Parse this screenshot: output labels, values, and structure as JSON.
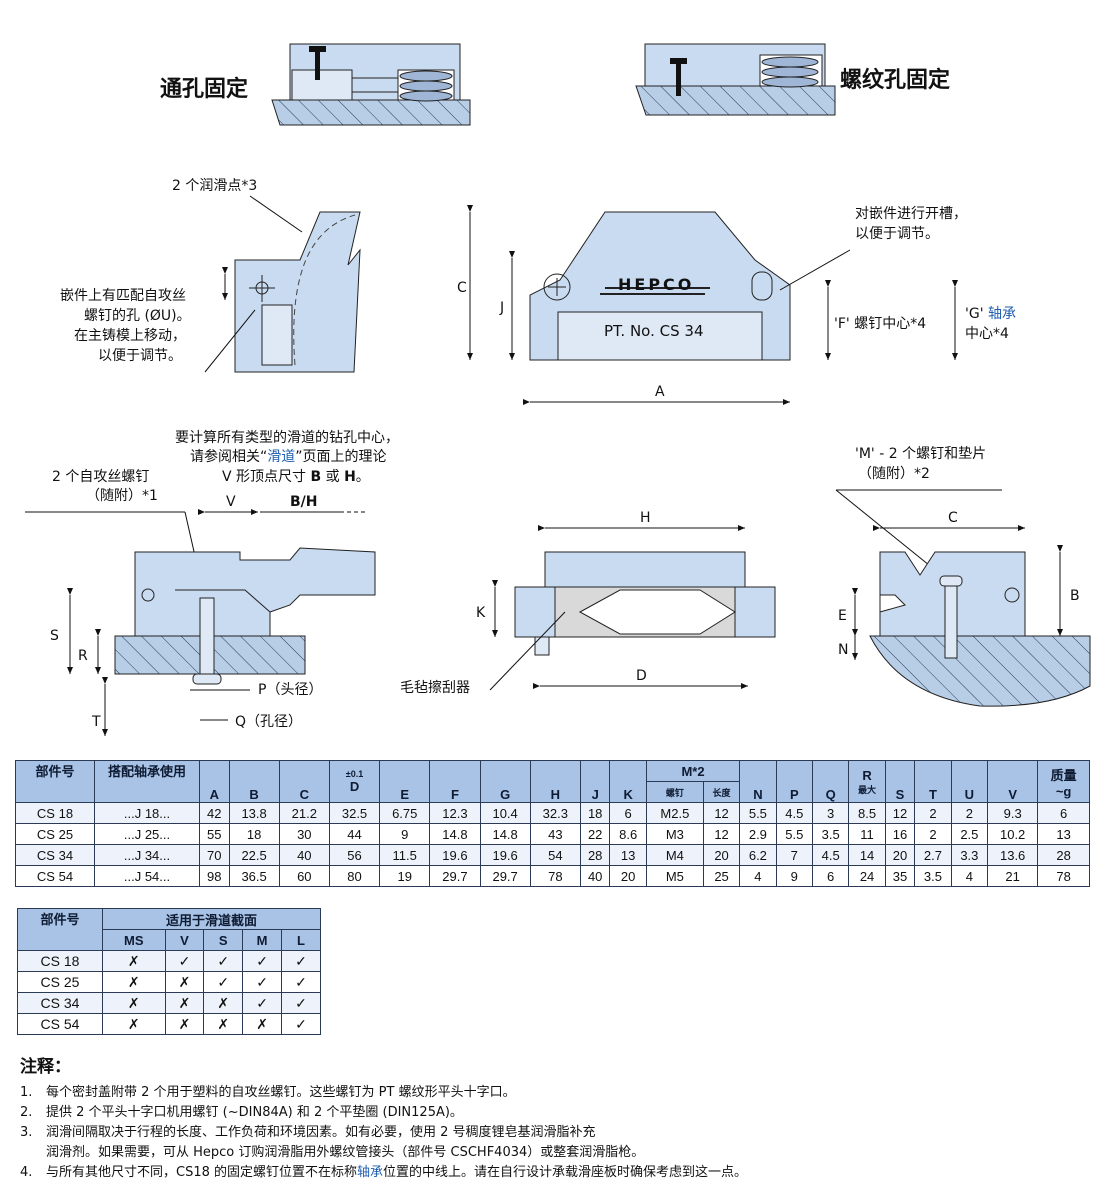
{
  "top": {
    "through_hole_label": "通孔固定",
    "threaded_hole_label": "螺纹孔固定"
  },
  "side_view": {
    "lube_points": "2 个润滑点*3",
    "insert_note": [
      "嵌件上有匹配自攻丝",
      "螺钉的孔 (ØU)。",
      "在主铸模上移动，",
      "以便于调节。"
    ]
  },
  "front_view": {
    "logo": "HEPCO",
    "part_no": "PT. No. CS 34",
    "slot_note": [
      "对嵌件进行开槽，",
      "以便于调节。"
    ],
    "f_label": "'F' 螺钉中心*4",
    "g_label_pre": "'G' ",
    "g_label_hl": "轴承",
    "g_label_post": "中心*4",
    "dim_c": "C",
    "dim_j": "J",
    "dim_a": "A"
  },
  "section_view": {
    "calc_note": [
      "要计算所有类型的滑道的钻孔中心，",
      "页面上的理论",
      "V 形顶点尺寸 ",
      "B",
      " 或 ",
      "H",
      "。"
    ],
    "calc_note_l2_pre": "请参阅相关“",
    "calc_note_l2_hl": "滑道",
    "calc_note_l2_post": "”页面上的理论",
    "screws_note": [
      "2 个自攻丝螺钉",
      "（随附）*1"
    ],
    "dim_v": "V",
    "dim_bh": "B/H",
    "dim_s": "S",
    "dim_r": "R",
    "dim_t": "T",
    "p_label": "P（头径）",
    "q_label": "Q（孔径）"
  },
  "wiper_view": {
    "dim_h": "H",
    "dim_k": "K",
    "dim_d": "D",
    "felt_label": "毛毡擦刮器"
  },
  "m_view": {
    "m_note": [
      "'M' - 2 个螺钉和垫片",
      "（随附）*2"
    ],
    "dim_c": "C",
    "dim_b": "B",
    "dim_e": "E",
    "dim_n": "N"
  },
  "spec_table": {
    "h_part": "部件号",
    "h_bearing": "搭配轴承使用",
    "h_d_tol": "±0.1",
    "h_m": "M*2",
    "h_m_screw": "螺钉",
    "h_m_len": "长度",
    "h_r_max": "最大",
    "h_mass": "质量",
    "h_mass_unit": "~g",
    "letters": [
      "A",
      "B",
      "C",
      "D",
      "E",
      "F",
      "G",
      "H",
      "J",
      "K",
      "N",
      "P",
      "Q",
      "R",
      "S",
      "T",
      "U",
      "V"
    ],
    "rows": [
      [
        "CS 18",
        "...J 18...",
        "42",
        "13.8",
        "21.2",
        "32.5",
        "6.75",
        "12.3",
        "10.4",
        "32.3",
        "18",
        "6",
        "M2.5",
        "12",
        "5.5",
        "4.5",
        "3",
        "8.5",
        "12",
        "2",
        "2",
        "9.3",
        "6"
      ],
      [
        "CS 25",
        "...J 25...",
        "55",
        "18",
        "30",
        "44",
        "9",
        "14.8",
        "14.8",
        "43",
        "22",
        "8.6",
        "M3",
        "12",
        "2.9",
        "5.5",
        "3.5",
        "11",
        "16",
        "2",
        "2.5",
        "10.2",
        "13"
      ],
      [
        "CS 34",
        "...J 34...",
        "70",
        "22.5",
        "40",
        "56",
        "11.5",
        "19.6",
        "19.6",
        "54",
        "28",
        "13",
        "M4",
        "20",
        "6.2",
        "7",
        "4.5",
        "14",
        "20",
        "2.7",
        "3.3",
        "13.6",
        "28"
      ],
      [
        "CS 54",
        "...J 54...",
        "98",
        "36.5",
        "60",
        "80",
        "19",
        "29.7",
        "29.7",
        "78",
        "40",
        "20",
        "M5",
        "25",
        "4",
        "9",
        "6",
        "24",
        "35",
        "3.5",
        "4",
        "21",
        "78"
      ]
    ]
  },
  "compat_table": {
    "h_part": "部件号",
    "h_section": "适用于滑道截面",
    "cols": [
      "MS",
      "V",
      "S",
      "M",
      "L"
    ],
    "rows": [
      [
        "CS 18",
        "✗",
        "✓",
        "✓",
        "✓",
        "✓"
      ],
      [
        "CS 25",
        "✗",
        "✗",
        "✓",
        "✓",
        "✓"
      ],
      [
        "CS 34",
        "✗",
        "✗",
        "✗",
        "✓",
        "✓"
      ],
      [
        "CS 54",
        "✗",
        "✗",
        "✗",
        "✗",
        "✓"
      ]
    ]
  },
  "notes": {
    "title": "注释：",
    "n1": "每个密封盖附带 2 个用于塑料的自攻丝螺钉。这些螺钉为 PT 螺纹形平头十字口。",
    "n2": "提供 2 个平头十字口机用螺钉 (~DIN84A) 和 2 个平垫圈 (DIN125A)。",
    "n3a": "润滑间隔取决于行程的长度、工作负荷和环境因素。如有必要，使用 2 号稠度锂皂基润滑脂补充",
    "n3b": "润滑剂。如果需要，可从 Hepco 订购润滑脂用外螺纹管接头（部件号 CSCHF4034）或整套润滑脂枪。",
    "n4_pre": "与所有其他尺寸不同，CS18 的固定螺钉位置不在标称",
    "n4_hl": "轴承",
    "n4_post": "位置的中线上。请在自行设计承载滑座板时确保考虑到这一点。",
    "nums": [
      "1.",
      "2.",
      "3.",
      "4."
    ]
  }
}
